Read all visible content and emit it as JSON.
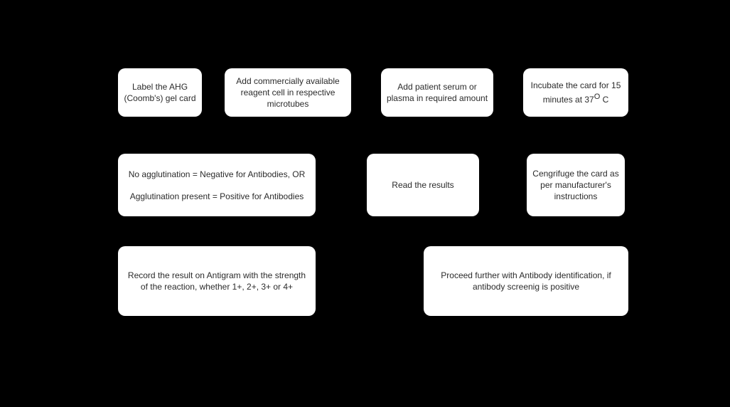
{
  "diagram": {
    "background": "#000000",
    "node_fill": "#ffffff",
    "text_color": "#2b2b2b",
    "nodes": [
      {
        "id": "n1",
        "lines": [
          "Label the AHG",
          "(Coomb's) gel card"
        ]
      },
      {
        "id": "n2",
        "lines": [
          "Add commercially available",
          "reagent cell in respective",
          "microtubes"
        ]
      },
      {
        "id": "n3",
        "lines": [
          "Add patient serum or",
          "plasma in required amount"
        ]
      },
      {
        "id": "n4",
        "line1": "Incubate the card for 15",
        "line2_pre": "minutes at 37",
        "line2_sup": "O",
        "line2_post": " C"
      },
      {
        "id": "n5",
        "lines": [
          "No agglutination = Negative for Antibodies, OR",
          "Agglutination present = Positive for Antibodies"
        ]
      },
      {
        "id": "n6",
        "lines": [
          "Read the results"
        ]
      },
      {
        "id": "n7",
        "lines": [
          "Cengrifuge the card as",
          "per manufacturer's",
          "instructions"
        ]
      },
      {
        "id": "n8",
        "lines": [
          "Record the result on Antigram with the strength",
          "of the reaction, whether 1+, 2+, 3+ or 4+"
        ]
      },
      {
        "id": "n9",
        "lines": [
          "Proceed further with Antibody identification, if",
          "antibody screenig is positive"
        ]
      }
    ]
  }
}
